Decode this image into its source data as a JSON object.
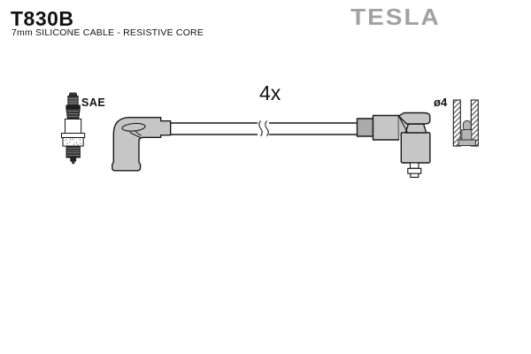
{
  "header": {
    "part_number": "T830B",
    "subtitle": "7mm SILICONE CABLE - RESISTIVE CORE"
  },
  "brand": {
    "logo_text": "TESLA",
    "logo_color": "#a2a2a2"
  },
  "labels": {
    "spark_plug_standard": "SAE",
    "quantity": "4x",
    "terminal_diameter": "ø4"
  },
  "parts": {
    "spark_plug": "spark-plug-drawing",
    "left_boot": "angled-boot-90deg",
    "cable": "ignition-cable-with-break-mark",
    "right_boot": "plug-end-boot-with-terminal",
    "terminal_section": "socket-cross-section"
  },
  "colors": {
    "background": "#ffffff",
    "boot_fill": "#c6c6c6",
    "sleeve_fill": "#ababab",
    "terminal_fill": "#b5b5b5",
    "outline": "#1a1a1a",
    "text": "#111111"
  }
}
